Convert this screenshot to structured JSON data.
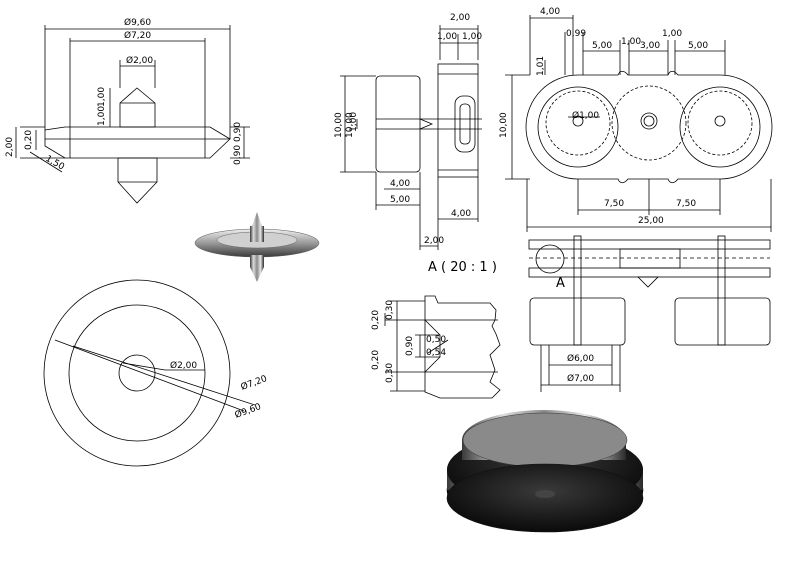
{
  "spindle_front": {
    "dia_outer": "Ø9,60",
    "dia_inner": "Ø7,20",
    "dia_pin": "Ø2,00",
    "pin_a": "1,00",
    "pin_b": "1,00",
    "height": "2,00",
    "t1": "0,20",
    "chamfer": "1,50",
    "r1": "0,90",
    "r2": "0,90"
  },
  "circles_view": {
    "d1": "Ø2,00",
    "d2": "Ø7,20",
    "d3": "Ø9,60"
  },
  "side_view": {
    "top_total": "2,00",
    "top_a": "1,00",
    "top_b": "1,00",
    "h_outer": "10,00",
    "h_inner": "10,00",
    "h_small": "1,00",
    "w1": "4,00",
    "w2": "5,00",
    "w3": "4,00",
    "w4": "2,00"
  },
  "detail": {
    "title": "A ( 20 : 1 )",
    "d1": "0,20",
    "d2": "0,30",
    "d3": "0,90",
    "d4": "0,50",
    "d5": "0,54",
    "d6": "0,20",
    "d7": "0,30"
  },
  "top_view": {
    "t400": "4,00",
    "t099": "0,99",
    "t500a": "5,00",
    "t100a": "1,00",
    "t300": "3,00",
    "t100b": "1,00",
    "t500b": "5,00",
    "t101": "1,01",
    "h1000": "10,00",
    "dia100": "Ø1,00",
    "s750a": "7,50",
    "s750b": "7,50",
    "total": "25,00"
  },
  "section_view": {
    "marker": "A",
    "d600": "Ø6,00",
    "d700": "Ø7,00"
  }
}
